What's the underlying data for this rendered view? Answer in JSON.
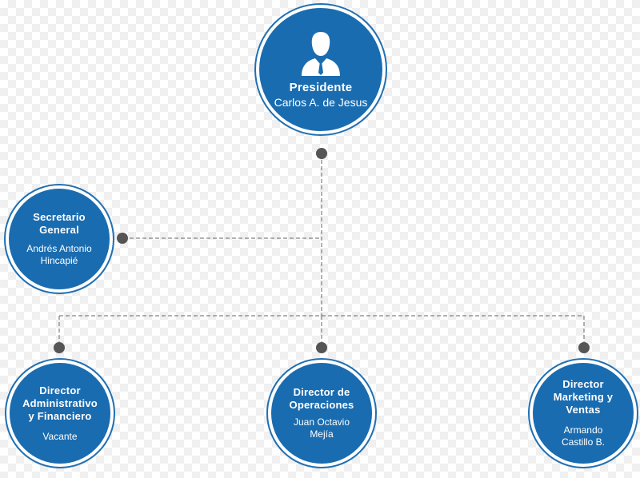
{
  "colors": {
    "node_fill": "#1a6cb0",
    "node_ring": "#1f6fb3",
    "connector": "#666666",
    "dot": "#555555"
  },
  "nodes": {
    "president": {
      "title": "Presidente",
      "name": "Carlos A. de Jesus",
      "icon": "person-avatar-icon"
    },
    "secretary": {
      "title": "Secretario\nGeneral",
      "name": "Andrés Antonio\nHincapié"
    },
    "admin": {
      "title": "Director\nAdministrativo\ny Financiero",
      "name": "Vacante"
    },
    "operations": {
      "title": "Director de\nOperaciones",
      "name": "Juan Octavio\nMejía"
    },
    "marketing": {
      "title": "Director\nMarketing y\nVentas",
      "name": "Armando\nCastillo B."
    }
  }
}
